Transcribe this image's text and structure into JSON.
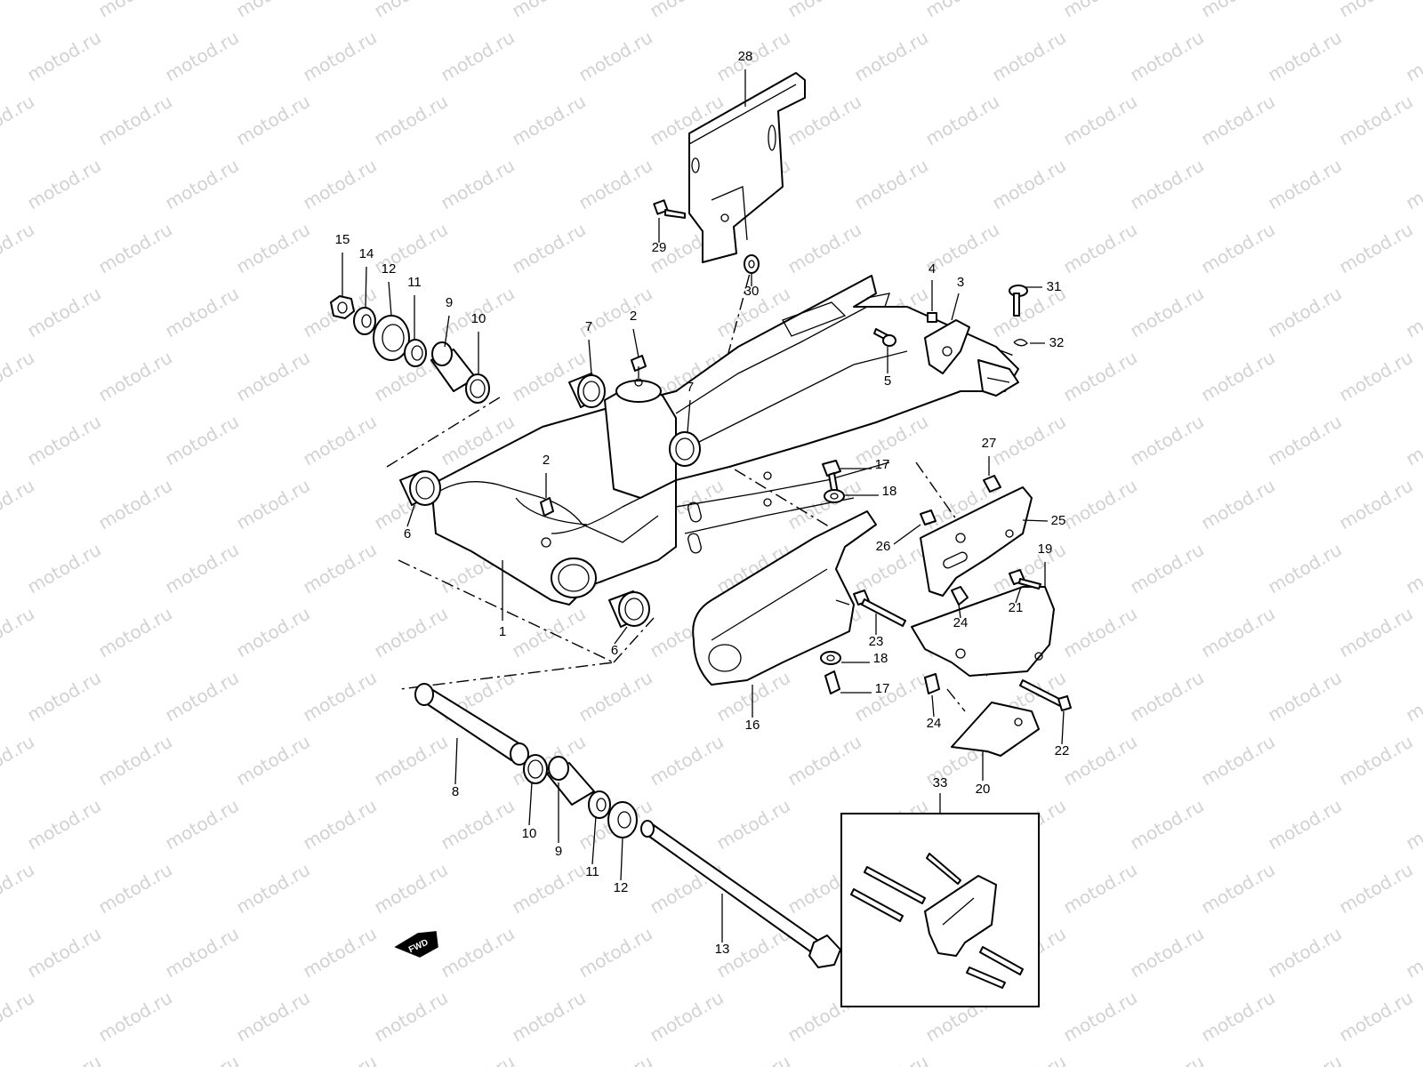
{
  "watermark": {
    "text": "motod.ru",
    "color": "#d2d2d2"
  },
  "fwd_marker": {
    "label": "FWD"
  },
  "kit_box": {
    "label": "33"
  },
  "callouts": [
    {
      "id": "1",
      "label": "1"
    },
    {
      "id": "2a",
      "label": "2"
    },
    {
      "id": "2b",
      "label": "2"
    },
    {
      "id": "3",
      "label": "3"
    },
    {
      "id": "4",
      "label": "4"
    },
    {
      "id": "5",
      "label": "5"
    },
    {
      "id": "6a",
      "label": "6"
    },
    {
      "id": "6b",
      "label": "6"
    },
    {
      "id": "7a",
      "label": "7"
    },
    {
      "id": "7b",
      "label": "7"
    },
    {
      "id": "8",
      "label": "8"
    },
    {
      "id": "9a",
      "label": "9"
    },
    {
      "id": "9b",
      "label": "9"
    },
    {
      "id": "10a",
      "label": "10"
    },
    {
      "id": "10b",
      "label": "10"
    },
    {
      "id": "11a",
      "label": "11"
    },
    {
      "id": "11b",
      "label": "11"
    },
    {
      "id": "12a",
      "label": "12"
    },
    {
      "id": "12b",
      "label": "12"
    },
    {
      "id": "13",
      "label": "13"
    },
    {
      "id": "14",
      "label": "14"
    },
    {
      "id": "15",
      "label": "15"
    },
    {
      "id": "16",
      "label": "16"
    },
    {
      "id": "17a",
      "label": "17"
    },
    {
      "id": "17b",
      "label": "17"
    },
    {
      "id": "18a",
      "label": "18"
    },
    {
      "id": "18b",
      "label": "18"
    },
    {
      "id": "19",
      "label": "19"
    },
    {
      "id": "20",
      "label": "20"
    },
    {
      "id": "21",
      "label": "21"
    },
    {
      "id": "22",
      "label": "22"
    },
    {
      "id": "23",
      "label": "23"
    },
    {
      "id": "24a",
      "label": "24"
    },
    {
      "id": "24b",
      "label": "24"
    },
    {
      "id": "25",
      "label": "25"
    },
    {
      "id": "26",
      "label": "26"
    },
    {
      "id": "27",
      "label": "27"
    },
    {
      "id": "28",
      "label": "28"
    },
    {
      "id": "29",
      "label": "29"
    },
    {
      "id": "30",
      "label": "30"
    },
    {
      "id": "31",
      "label": "31"
    },
    {
      "id": "32",
      "label": "32"
    }
  ]
}
